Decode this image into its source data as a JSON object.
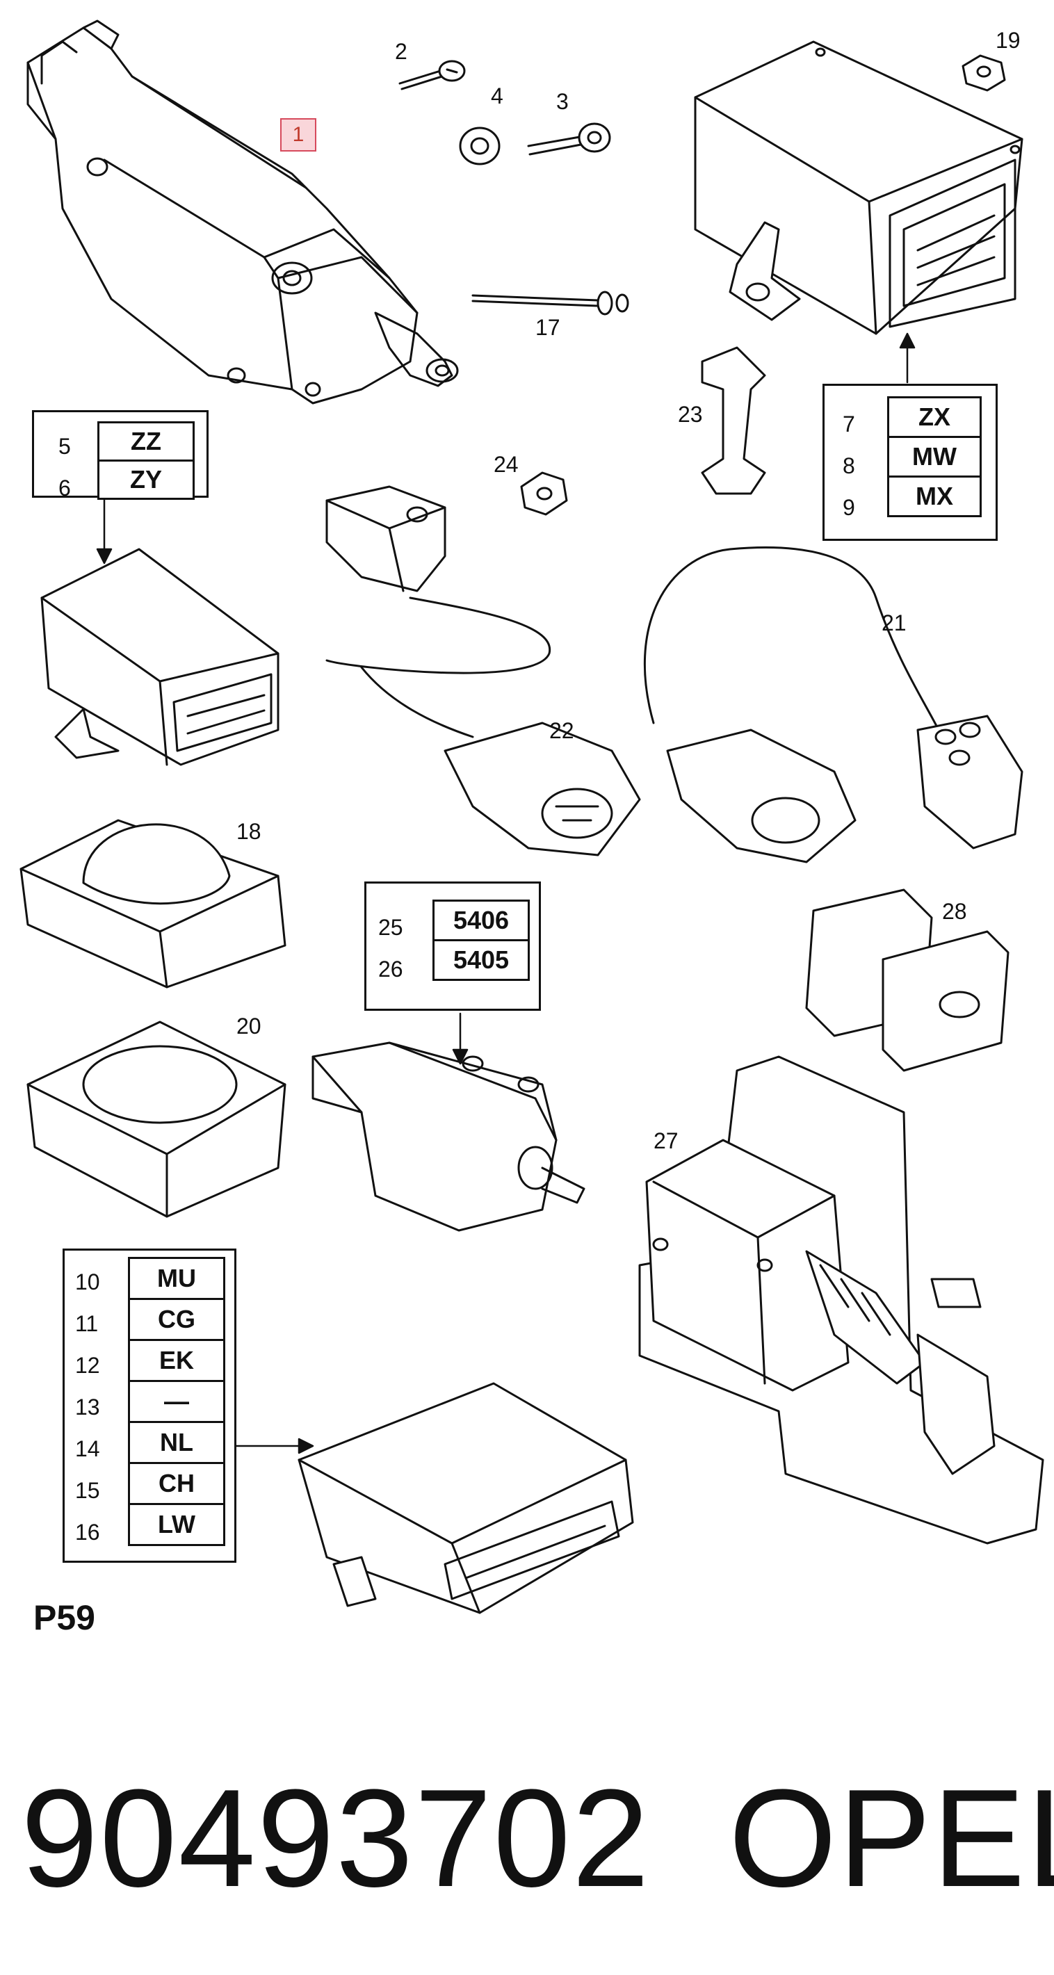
{
  "diagram": {
    "figure_id": "P59",
    "highlighted_item": "1",
    "part_number": "90493702",
    "brand": "OPEL",
    "accent_color": "#f9d6da",
    "part_labels": {
      "p2": "2",
      "p3": "3",
      "p4": "4",
      "p17": "17",
      "p18": "18",
      "p19": "19",
      "p20": "20",
      "p21": "21",
      "p22": "22",
      "p23": "23",
      "p24": "24",
      "p27": "27",
      "p28": "28"
    },
    "code_tables": {
      "t1": [
        {
          "num": "5",
          "code": "ZZ"
        },
        {
          "num": "6",
          "code": "ZY"
        }
      ],
      "t2": [
        {
          "num": "7",
          "code": "ZX"
        },
        {
          "num": "8",
          "code": "MW"
        },
        {
          "num": "9",
          "code": "MX"
        }
      ],
      "t3": [
        {
          "num": "25",
          "code": "5406"
        },
        {
          "num": "26",
          "code": "5405"
        }
      ],
      "t4": [
        {
          "num": "10",
          "code": "MU"
        },
        {
          "num": "11",
          "code": "CG"
        },
        {
          "num": "12",
          "code": "EK"
        },
        {
          "num": "13",
          "code": "—"
        },
        {
          "num": "14",
          "code": "NL"
        },
        {
          "num": "15",
          "code": "CH"
        },
        {
          "num": "16",
          "code": "LW"
        }
      ]
    }
  }
}
